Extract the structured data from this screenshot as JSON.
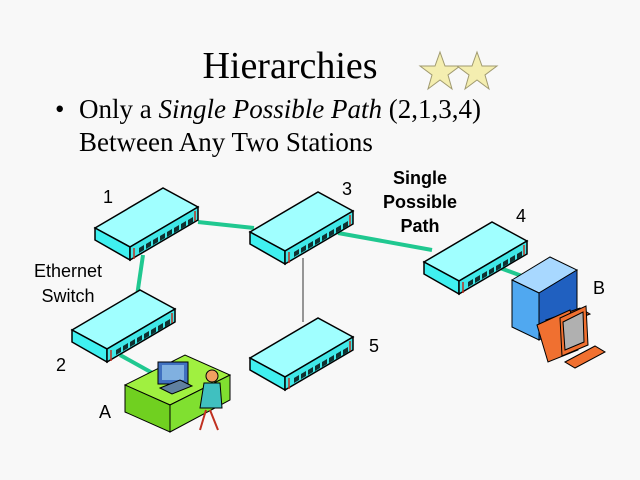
{
  "title": "Hierarchies",
  "bullet": {
    "prefix": "Only a ",
    "emphasis": "Single Possible Path",
    "suffix": " (2,1,3,4)",
    "line2": "Between Any Two Stations"
  },
  "labels": {
    "switch1": "1",
    "switch2": "2",
    "switch3": "3",
    "switch4": "4",
    "switch5": "5",
    "station_a": "A",
    "station_b": "B",
    "ethernet_switch_line1": "Ethernet",
    "ethernet_switch_line2": "Switch",
    "single_path_line1": "Single",
    "single_path_line2": "Possible",
    "single_path_line3": "Path"
  },
  "colors": {
    "path": "#20c890",
    "switch_top": "#a0ffff",
    "switch_front": "#40f0f0",
    "background": "#f8f8f8",
    "star": "#f4eeb0"
  }
}
